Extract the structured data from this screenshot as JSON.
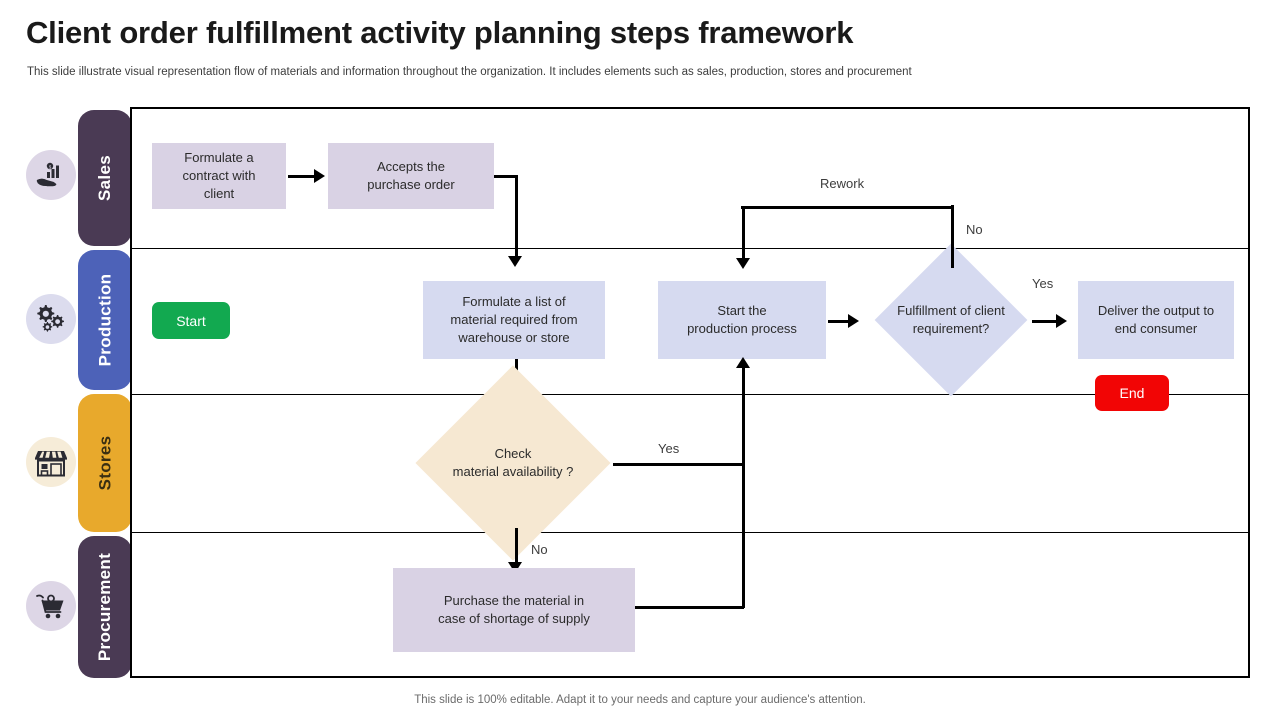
{
  "header": {
    "title": "Client order fulfillment activity planning steps framework",
    "subtitle": "This slide illustrate visual representation flow of materials and information throughout the organization. It includes elements such as sales, production, stores and procurement"
  },
  "footer": {
    "note": "This slide is 100% editable. Adapt it to your needs and capture your audience's attention."
  },
  "colors": {
    "sales_lane": "#4a3a54",
    "production_lane": "#4d62b8",
    "stores_lane": "#e8a92c",
    "procurement_lane": "#4a3a54",
    "sales_node": "#d9d2e4",
    "production_node": "#d6daf0",
    "stores_node": "#f6e8d2",
    "procurement_node": "#d9d2e4",
    "start_button": "#12a950",
    "end_button": "#f20505",
    "connector": "#000000"
  },
  "lanes": [
    {
      "label": "Sales",
      "icon": "hand-holding-growth-chart-icon",
      "icon_bg": "#ddd6e6"
    },
    {
      "label": "Production",
      "icon": "gears-icon",
      "icon_bg": "#dcdcee"
    },
    {
      "label": "Stores",
      "icon": "storefront-icon",
      "icon_bg": "#f6ecd8"
    },
    {
      "label": "Procurement",
      "icon": "shopping-cart-icon",
      "icon_bg": "#ddd6e6"
    }
  ],
  "nodes": {
    "start": "Start",
    "end": "End",
    "formulate_contract": "Formulate a\ncontract with\nclient",
    "accept_po": "Accepts the\npurchase order",
    "material_list": "Formulate a list of\nmaterial required from\nwarehouse or store",
    "production_start": "Start the\nproduction process",
    "fulfillment_check": "Fulfillment of client\nrequirement?",
    "deliver_output": "Deliver the output to\nend consumer",
    "check_material": "Check\nmaterial availability  ?",
    "purchase_material": "Purchase the material in\ncase of shortage  of supply"
  },
  "edge_labels": {
    "rework": "Rework",
    "fulfillment_no": "No",
    "fulfillment_yes": "Yes",
    "material_yes": "Yes",
    "material_no": "No"
  }
}
